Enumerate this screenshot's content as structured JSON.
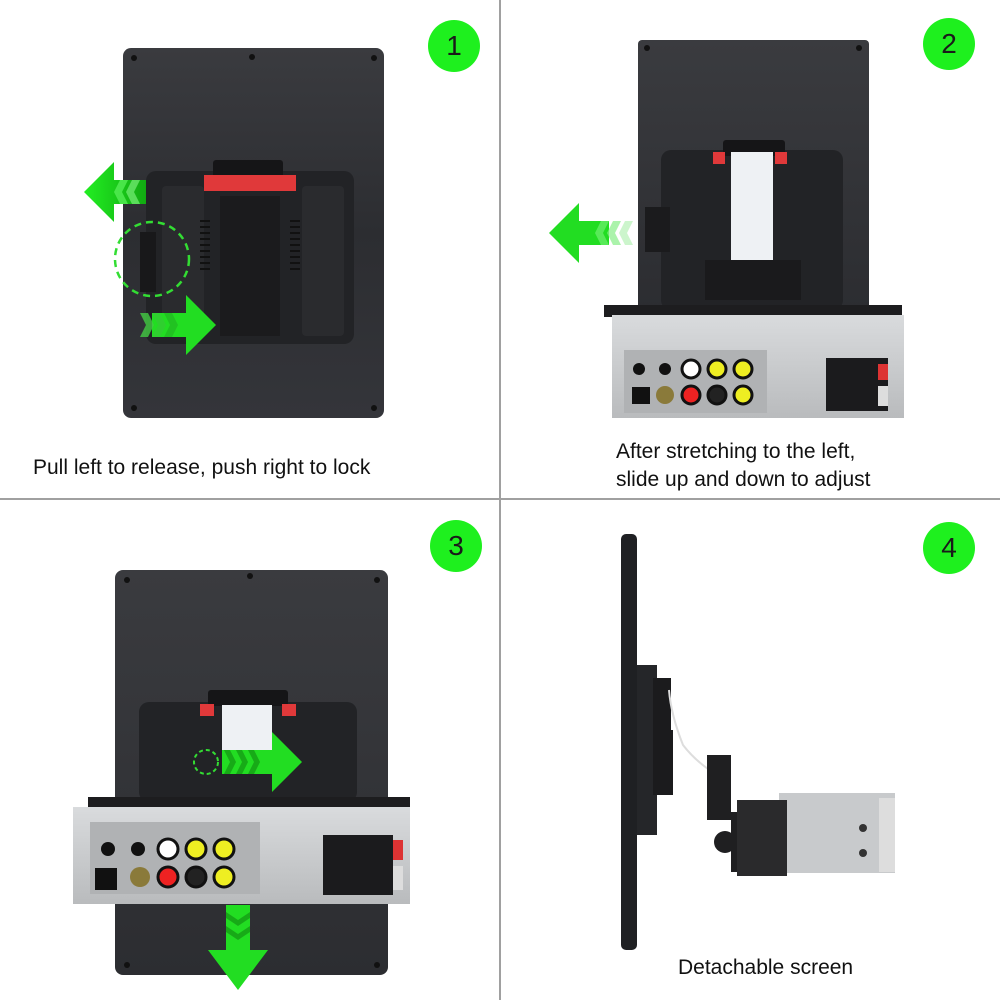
{
  "steps": [
    {
      "number": "1",
      "caption_lines": [
        "Pull left to release, push right to lock"
      ]
    },
    {
      "number": "2",
      "caption_lines": [
        "After stretching to the left,",
        "slide up and down to adjust"
      ]
    },
    {
      "number": "3",
      "caption_lines": []
    },
    {
      "number": "4",
      "caption_lines": [
        "Detachable screen"
      ]
    }
  ],
  "colors": {
    "badge": "#1ef01e",
    "arrow": "#22dd22",
    "divider": "#a0a0a0",
    "screen_back": "#2e2f33",
    "chassis": "#c9cbcd"
  },
  "icons": {
    "arrow_left": "arrow-left-icon",
    "arrow_right": "arrow-right-icon",
    "arrow_down": "arrow-down-icon",
    "highlight_circle": "dashed-circle-icon"
  }
}
